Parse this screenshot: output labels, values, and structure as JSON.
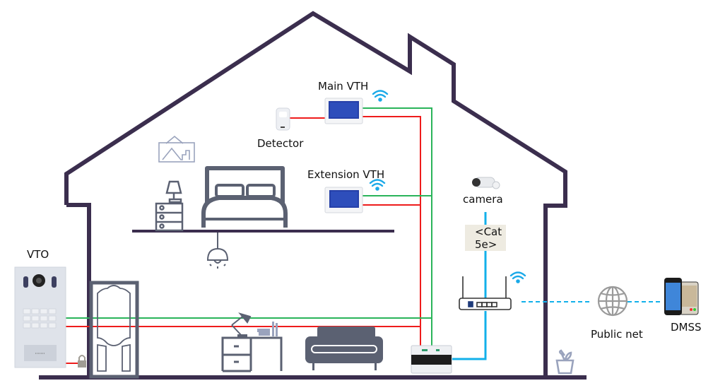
{
  "diagram": {
    "title": "Home video intercom network topology",
    "colors": {
      "house_outline": "#3b2e4e",
      "furniture": "#5b6172",
      "furniture_light": "#9aa3bd",
      "wire_power": "#ee1c1c",
      "wire_bus": "#2ab45a",
      "wire_network": "#12b0ea",
      "wifi": "#1aa9e8",
      "cat_label_bg": "#eeebe1"
    },
    "nodes": {
      "vto": {
        "label": "VTO",
        "icon": "door-station-icon"
      },
      "main_vth": {
        "label": "Main VTH",
        "icon": "indoor-monitor-icon"
      },
      "extension_vth": {
        "label": "Extension VTH",
        "icon": "indoor-monitor-icon"
      },
      "detector": {
        "label": "Detector",
        "icon": "pir-detector-icon"
      },
      "camera": {
        "label": "camera",
        "icon": "bullet-camera-icon"
      },
      "router": {
        "label": "",
        "icon": "router-icon"
      },
      "switch": {
        "label": "",
        "icon": "poe-switch-icon"
      },
      "public_net": {
        "label": "Public net",
        "icon": "globe-icon"
      },
      "dmss": {
        "label": "DMSS",
        "icon": "smartphone-app-icon"
      },
      "lock": {
        "label": "",
        "icon": "lock-icon"
      }
    },
    "cable_label": {
      "line1": "<Cat",
      "line2": "5e>"
    },
    "decor": [
      "picture-frame-icon",
      "bed-icon",
      "nightstand-icon",
      "table-lamp-icon",
      "ceiling-lamp-icon",
      "door-icon",
      "desk-icon",
      "desk-lamp-icon",
      "books-icon",
      "sofa-icon",
      "plant-pot-icon"
    ]
  }
}
